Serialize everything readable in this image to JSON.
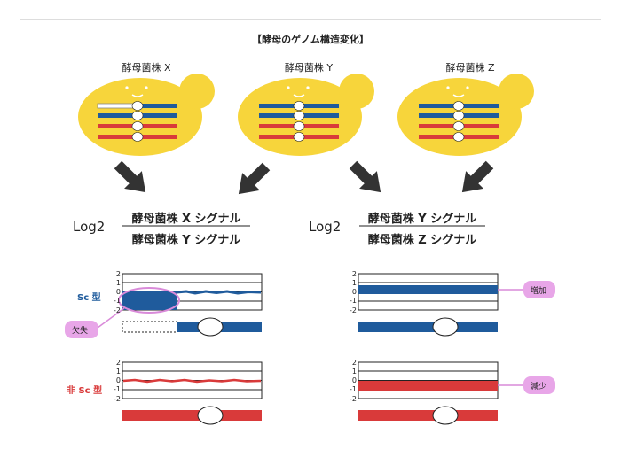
{
  "title": "【酵母のゲノム構造変化】",
  "strains": [
    {
      "label": "酵母菌株 X"
    },
    {
      "label": "酵母菌株 Y"
    },
    {
      "label": "酵母菌株 Z"
    }
  ],
  "ratios": [
    {
      "log": "Log2",
      "numerator": "酵母菌株 X シグナル",
      "denominator": "酵母菌株 Y シグナル"
    },
    {
      "log": "Log2",
      "numerator": "酵母菌株 Y シグナル",
      "denominator": "酵母菌株 Z シグナル"
    }
  ],
  "row_labels": {
    "sc": "Sc 型",
    "non_sc": "非 Sc 型"
  },
  "axis_ticks": [
    "2",
    "1",
    "0",
    "-1",
    "-2"
  ],
  "callouts": {
    "deletion": "欠失",
    "increase": "増加",
    "decrease": "減少"
  },
  "colors": {
    "blue": "#1f5b9c",
    "red": "#d93a3a",
    "yellow": "#f7d53b",
    "callout": "#e8a6e8"
  }
}
